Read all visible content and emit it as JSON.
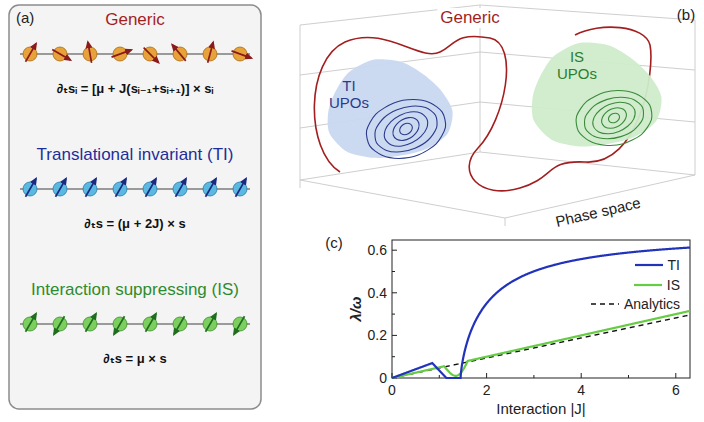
{
  "diagram": {
    "nodes": [
      {
        "text": [
          "(a)",
          "Generic",
          "∂ₜsᵢ = [μ + J(sᵢ₋₁+sᵢ₊₁)] × sᵢ",
          "Translational invariant (TI)",
          "∂ₜs = (μ + 2J) × s",
          "Interaction suppressing (IS)",
          "∂ₜs = μ × s"
        ]
      },
      {
        "text": [
          "TI UPOs"
        ]
      },
      {
        "text": [
          "IS UPOs"
        ]
      }
    ],
    "labels": [
      "(b)",
      "Generic",
      "Phase space",
      "(c)",
      "0",
      "0.2",
      "0.4",
      "0.6",
      "0",
      "2",
      "4",
      "6",
      "Interaction |J|",
      "λ/ω"
    ],
    "legend": [
      {
        "text": "TI"
      },
      {
        "text": "IS"
      },
      {
        "text": "Analytics"
      }
    ]
  }
}
